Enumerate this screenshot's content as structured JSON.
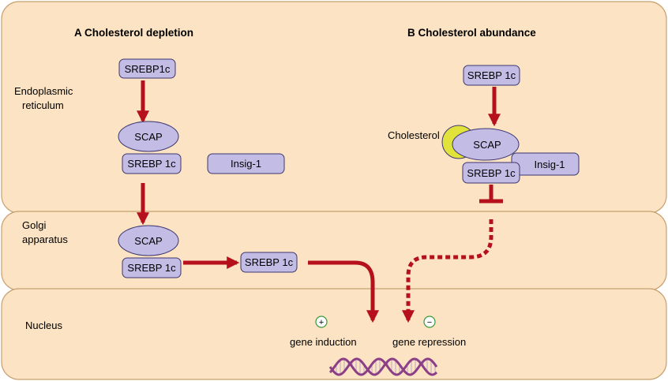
{
  "panels": {
    "a_title": "A Cholesterol depletion",
    "b_title": "B Cholesterol abundance"
  },
  "compartments": {
    "er_line1": "Endoplasmic",
    "er_line2": "reticulum",
    "golgi_line1": "Golgi",
    "golgi_line2": "apparatus",
    "nucleus": "Nucleus"
  },
  "proteins": {
    "a_er_srebp": "SREBP1c",
    "a_er_scap": "SCAP",
    "a_er_srebp_bound": "SREBP 1c",
    "a_insig": "Insig-1",
    "a_golgi_scap": "SCAP",
    "a_golgi_srebp_bound": "SREBP 1c",
    "a_golgi_srebp_free": "SREBP 1c",
    "b_srebp": "SREBP 1c",
    "b_scap": "SCAP",
    "b_srebp_bound": "SREBP 1c",
    "b_insig": "Insig-1",
    "b_cholesterol": "Cholesterol"
  },
  "outcomes": {
    "induction_sign": "+",
    "induction_label": "gene induction",
    "repression_sign": "−",
    "repression_label": "gene repression"
  },
  "colors": {
    "compartment_fill": "#fbe3c3",
    "compartment_stroke": "#c8a070",
    "protein_fill": "#c3bde6",
    "protein_stroke": "#3c3670",
    "arrow": "#b5101c",
    "cholesterol": "#e1e23a",
    "sign_circle": "#3a9a3a",
    "dna_strand": "#8c3f86"
  }
}
